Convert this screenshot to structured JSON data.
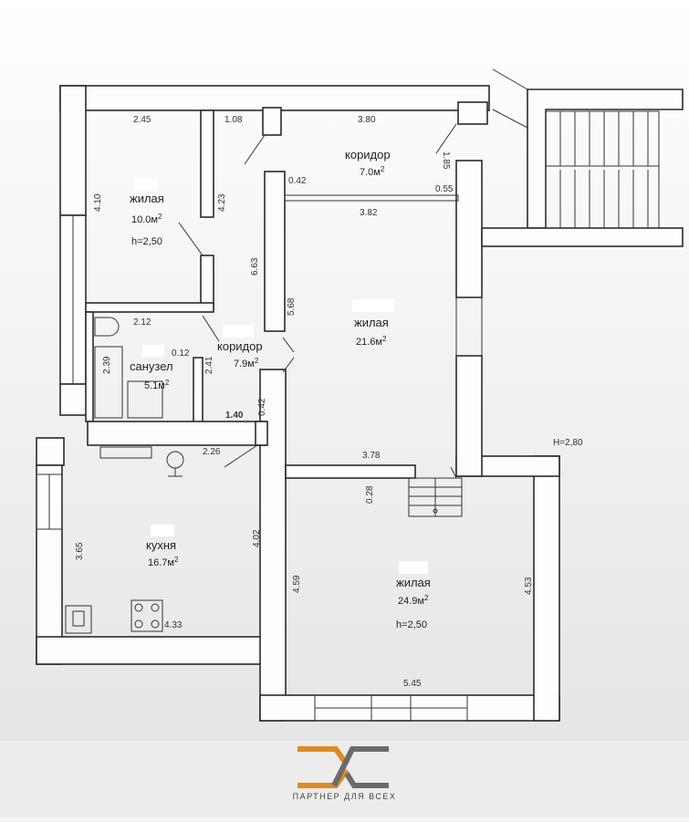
{
  "rooms": {
    "living1": {
      "name": "жилая",
      "area": "10.0м",
      "height": "h=2,50"
    },
    "corridor_top": {
      "name": "коридор",
      "area": "7.0м"
    },
    "living2": {
      "name": "жилая",
      "area": "21.6м"
    },
    "bathroom": {
      "name": "санузел",
      "area": "5.1м"
    },
    "corridor_mid": {
      "name": "коридор",
      "area": "7.9м"
    },
    "kitchen": {
      "name": "кухня",
      "area": "16.7м"
    },
    "living3": {
      "name": "жилая",
      "area": "24.9м",
      "height": "h=2,50"
    }
  },
  "area_unit_sup": "2",
  "dimensions": {
    "d_2_45": "2.45",
    "d_1_08": "1.08",
    "d_3_80": "3.80",
    "d_1_85": "1.85",
    "d_4_10": "4.10",
    "d_4_23": "4.23",
    "d_0_42a": "0.42",
    "d_0_55": "0.55",
    "d_3_82": "3.82",
    "d_6_63": "6.63",
    "d_5_68": "5.68",
    "d_2_12": "2.12",
    "d_0_12": "0.12",
    "d_2_39": "2.39",
    "d_2_41": "2.41",
    "d_0_42b": "0.42",
    "d_1_40": "1.40",
    "d_2_26": "2.26",
    "d_3_78": "3.78",
    "d_0_28": "0.28",
    "d_3_65": "3.65",
    "d_4_02": "4.02",
    "d_4_33": "4.33",
    "d_4_59": "4.59",
    "d_4_53": "4.53",
    "d_5_45": "5.45",
    "ceiling_height": "H=2,80"
  },
  "brand": {
    "slogan": "ПАРТНЕР ДЛЯ ВСЕХ",
    "orange": "#e08a1e",
    "gray": "#6b6b6b"
  }
}
